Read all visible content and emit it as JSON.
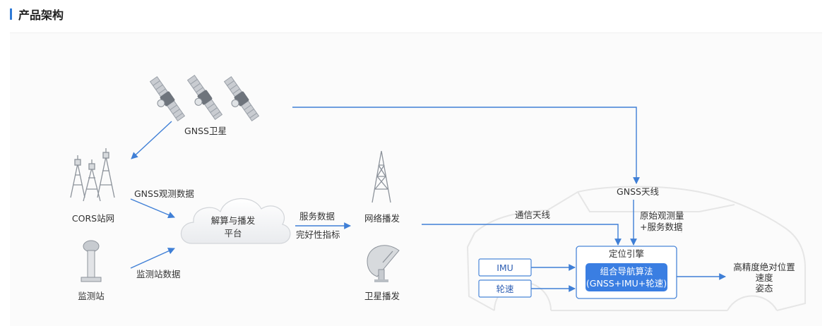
{
  "header": {
    "title": "产品架构"
  },
  "labels": {
    "gnss_satellite": "GNSS卫星",
    "cors_network": "CORS站网",
    "gnss_obs_data": "GNSS观测数据",
    "monitor_station": "监测站",
    "monitor_data": "监测站数据",
    "cloud_line1": "解算与播发",
    "cloud_line2": "平台",
    "service_data": "服务数据",
    "integrity_index": "完好性指标",
    "network_broadcast": "网络播发",
    "satellite_broadcast": "卫星播发",
    "comm_antenna": "通信天线",
    "gnss_antenna": "GNSS天线",
    "raw_obs_line1": "原始观测量",
    "raw_obs_line2": "+服务数据",
    "positioning_engine": "定位引擎",
    "algo_line1": "组合导航算法",
    "algo_line2": "(GNSS+IMU+轮速)",
    "imu": "IMU",
    "wheel_speed": "轮速",
    "output_line1": "高精度绝对位置",
    "output_line2": "速度",
    "output_line3": "姿态"
  },
  "colors": {
    "accent": "#2f7ad7",
    "arrow": "#3f7fd6",
    "algo_box": "#3a7ee2",
    "box_border": "#4a86d8"
  }
}
